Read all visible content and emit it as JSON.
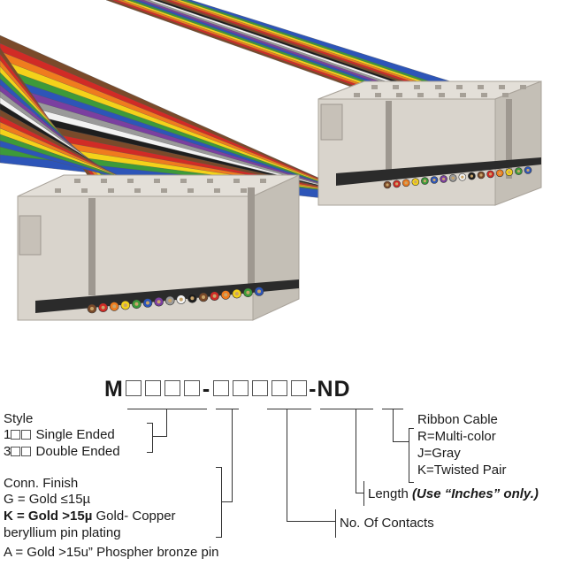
{
  "part_number": {
    "prefix": "M",
    "suffix": "-ND",
    "separator": "-"
  },
  "style": {
    "title": "Style",
    "options": [
      {
        "code": "1",
        "label": "Single Ended"
      },
      {
        "code": "3",
        "label": "Double Ended"
      }
    ]
  },
  "conn_finish": {
    "title": "Conn. Finish",
    "g": "G = Gold ≤15µ",
    "k_bold": "K = Gold >15µ",
    "k_rest": " Gold- Copper",
    "k_line2": "beryllium pin plating",
    "a": "A = Gold >15u” Phospher bronze pin"
  },
  "contacts": {
    "label": "No. Of Contacts"
  },
  "length": {
    "label": "Length ",
    "note": "(Use “Inches” only.)"
  },
  "ribbon": {
    "title": "Ribbon Cable",
    "options": [
      "R=Multi-color",
      "J=Gray",
      "K=Twisted Pair"
    ]
  },
  "colors": {
    "connector": "#d9d4cc",
    "connector_dark": "#b7b1a8",
    "wires": [
      "#7a4a2a",
      "#d12b26",
      "#ef7c1e",
      "#f4d21a",
      "#3d9a3a",
      "#2d55b8",
      "#7b3fa0",
      "#9a9a9a",
      "#f2f2f2",
      "#1e1e1e"
    ]
  }
}
